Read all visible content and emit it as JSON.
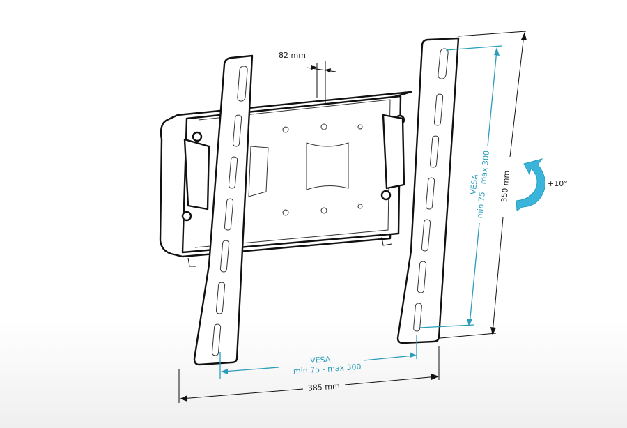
{
  "dimensions": {
    "slot_width": "82 mm",
    "width": "385 mm",
    "height": "350 mm",
    "tilt": "+10°"
  },
  "vesa_horizontal": {
    "line1": "VESA",
    "line2": "min 75 - max 300"
  },
  "vesa_vertical": {
    "line1": "VESA",
    "line2": "min 75 - max 300"
  },
  "colors": {
    "accent": "#2a9dbb",
    "arrow": "#3bb4dc",
    "outline": "#111111"
  },
  "icons": {
    "tilt": "curved-arrow-icon"
  }
}
